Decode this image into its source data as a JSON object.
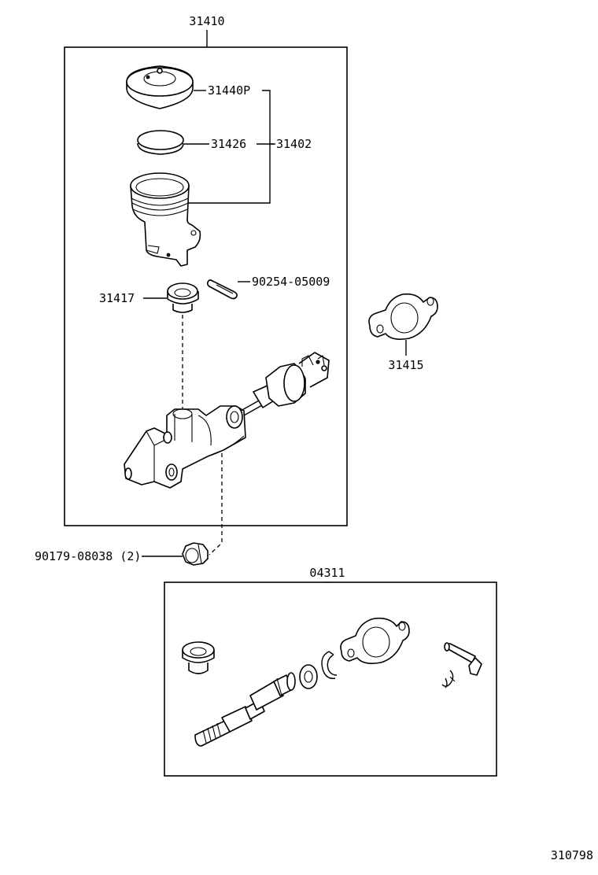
{
  "diagram": {
    "assembly_label": "31410",
    "kit_label": "04311",
    "figure_number": "310798",
    "labels": {
      "cap": "31440P",
      "reservoir_group": "31402",
      "seal": "31426",
      "grommet": "31417",
      "pin": "90254-05009",
      "gasket": "31415",
      "nut": "90179-08038 (2)"
    }
  }
}
